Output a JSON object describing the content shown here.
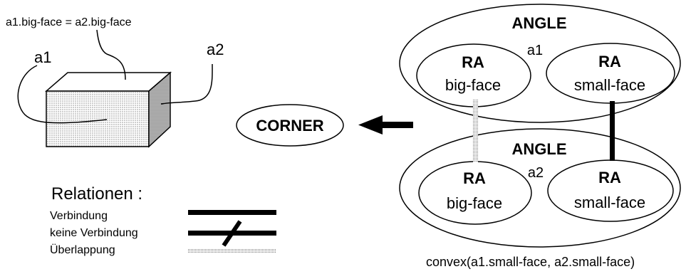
{
  "cube": {
    "equality_label": "a1.big-face = a2.big-face",
    "a1_label": "a1",
    "a2_label": "a2"
  },
  "corner": {
    "label": "CORNER"
  },
  "angle_top": {
    "title": "ANGLE",
    "instance": "a1",
    "left": {
      "type": "RA",
      "name": "big-face"
    },
    "right": {
      "type": "RA",
      "name": "small-face"
    }
  },
  "angle_bottom": {
    "title": "ANGLE",
    "instance": "a2",
    "left": {
      "type": "RA",
      "name": "big-face"
    },
    "right": {
      "type": "RA",
      "name": "small-face"
    }
  },
  "legend": {
    "title": "Relationen :",
    "items": [
      "Verbindung",
      "keine Verbindung",
      "Überlappung"
    ]
  },
  "caption": "convex(a1.small-face, a2.small-face)"
}
